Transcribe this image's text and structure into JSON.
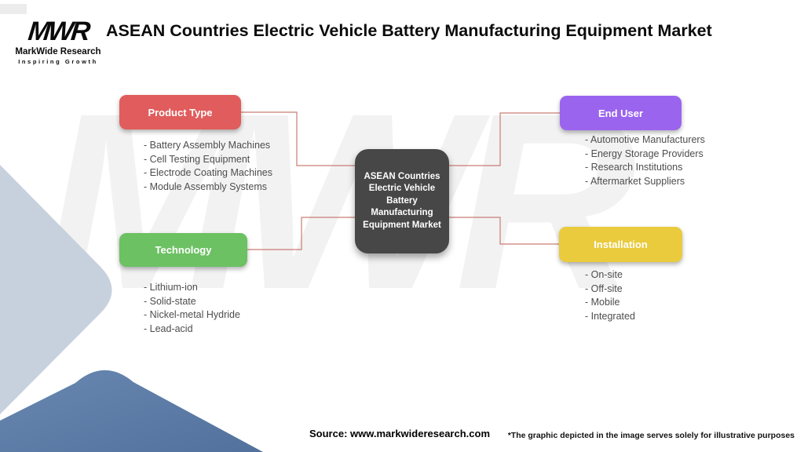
{
  "header": {
    "logo": {
      "mark": "MWR",
      "name": "MarkWide Research",
      "tagline": "Inspiring Growth"
    },
    "title": "ASEAN Countries Electric Vehicle Battery Manufacturing Equipment Market"
  },
  "diagram": {
    "center_node": {
      "color": "#474747",
      "lines": [
        "ASEAN Countries",
        "Electric Vehicle",
        "Battery",
        "Manufacturing",
        "Equipment Market"
      ]
    },
    "connector_color": "#C97D74",
    "nodes": [
      {
        "label": "Product Type",
        "color": "#E15C5C",
        "items": [
          "- Battery Assembly Machines",
          "- Cell Testing Equipment",
          "- Electrode Coating Machines",
          "- Module Assembly Systems"
        ]
      },
      {
        "label": "End User",
        "color": "#9B64EF",
        "items": [
          "- Automotive Manufacturers",
          "- Energy Storage Providers",
          "- Research Institutions",
          "- Aftermarket Suppliers"
        ]
      },
      {
        "label": "Technology",
        "color": "#6CC163",
        "items": [
          "- Lithium-ion",
          "- Solid-state",
          "- Nickel-metal Hydride",
          "- Lead-acid"
        ]
      },
      {
        "label": "Installation",
        "color": "#E9CB3D",
        "items": [
          "- On-site",
          "- Off-site",
          "- Mobile",
          "- Integrated"
        ]
      }
    ]
  },
  "watermark": {
    "text": "MWR",
    "color": "#F2F2F2"
  },
  "decor": {
    "diamond_light": "#C7D1DE",
    "diamond_dark_start": "#6887B0",
    "diamond_dark_end": "#52719D"
  },
  "footer": {
    "source": "Source: www.markwideresearch.com",
    "disclaimer": "*The graphic depicted in the image serves solely for illustrative purposes"
  }
}
